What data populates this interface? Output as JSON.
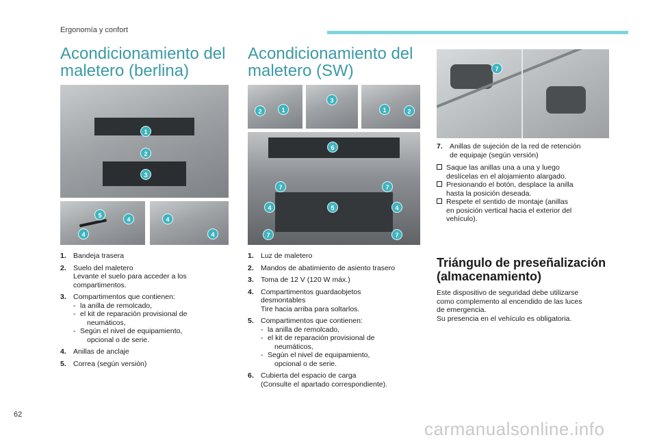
{
  "header": {
    "section": "Ergonomía y confort"
  },
  "berlina": {
    "title_lines": [
      "Acondicionamiento del",
      "maletero (berlina)"
    ],
    "items": [
      {
        "num": "1.",
        "lines": [
          "Bandeja trasera"
        ],
        "subs": []
      },
      {
        "num": "2.",
        "lines": [
          "Suelo del maletero",
          "Levante el suelo para acceder a los",
          "compartimentos."
        ],
        "subs": []
      },
      {
        "num": "3.",
        "lines": [
          "Compartimentos que contienen:"
        ],
        "subs": [
          [
            "la anilla de remolcado,"
          ],
          [
            "el kit de reparación provisional de",
            "neumáticos,"
          ],
          [
            "Según el nivel de equipamiento,",
            "opcional o de serie."
          ]
        ]
      },
      {
        "num": "4.",
        "lines": [
          "Anillas de anclaje"
        ],
        "subs": []
      },
      {
        "num": "5.",
        "lines": [
          "Correa (según versión)"
        ],
        "subs": []
      }
    ]
  },
  "sw": {
    "title_lines": [
      "Acondicionamiento del",
      "maletero (SW)"
    ],
    "items": [
      {
        "num": "1.",
        "lines": [
          "Luz de maletero"
        ],
        "subs": []
      },
      {
        "num": "2.",
        "lines": [
          "Mandos de abatimiento de asiento trasero"
        ],
        "subs": []
      },
      {
        "num": "3.",
        "lines": [
          "Toma de 12 V (120 W máx.)"
        ],
        "subs": []
      },
      {
        "num": "4.",
        "lines": [
          "Compartimentos guardaobjetos",
          "desmontables",
          "Tire hacia arriba para soltarlos."
        ],
        "subs": []
      },
      {
        "num": "5.",
        "lines": [
          "Compartimentos que contienen:"
        ],
        "subs": [
          [
            "la anilla de remolcado,"
          ],
          [
            "el kit de reparación provisional de",
            "neumáticos,"
          ],
          [
            "Según el nivel de equipamiento,",
            "opcional o de serie."
          ]
        ]
      },
      {
        "num": "6.",
        "lines": [
          "Cubierta del espacio de carga",
          "(Consulte el apartado correspondiente)."
        ],
        "subs": []
      }
    ]
  },
  "rings": {
    "num": "7.",
    "lines": [
      "Anillas de sujeción de la red de retención",
      "de equipaje (según versión)"
    ],
    "bullets": [
      [
        "Saque las anillas una a una y luego",
        "deslícelas en el alojamiento alargado."
      ],
      [
        "Presionando el botón, desplace la anilla",
        "hasta la posición deseada."
      ],
      [
        "Respete el sentido de montaje (anillas",
        "en posición vertical hacia el exterior del",
        "vehículo)."
      ]
    ]
  },
  "triangle": {
    "title_lines": [
      "Triángulo de preseñalización",
      "(almacenamiento)"
    ],
    "body_lines": [
      "Este dispositivo de seguridad debe utilizarse",
      "como complemento al encendido de las luces",
      "de emergencia.",
      "Su presencia en el vehículo es obligatoria."
    ]
  },
  "callouts": {
    "berlina_main": [
      "1",
      "2",
      "3"
    ],
    "berlina_left": [
      "5",
      "4",
      "4"
    ],
    "berlina_right": [
      "4",
      "4"
    ],
    "sw_top_left": [
      "2",
      "1"
    ],
    "sw_top_mid": [
      "3"
    ],
    "sw_top_right": [
      "1",
      "2"
    ],
    "sw_main": [
      "6",
      "7",
      "7",
      "4",
      "5",
      "4",
      "7",
      "7"
    ],
    "rings_img": [
      "7"
    ]
  },
  "footer": {
    "page_number": "62",
    "watermark": "carmanualsonline.info"
  },
  "colors": {
    "accent": "#3b9aa6",
    "callout": "#3fb3bf",
    "tab_bar": "#7fd4dc"
  }
}
